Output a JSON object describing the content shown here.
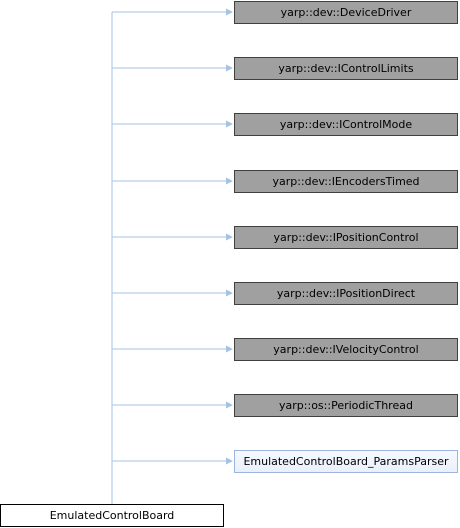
{
  "diagram": {
    "derived_class": "EmulatedControlBoard",
    "base_classes": [
      "yarp::dev::DeviceDriver",
      "yarp::dev::IControlLimits",
      "yarp::dev::IControlMode",
      "yarp::dev::IEncodersTimed",
      "yarp::dev::IPositionControl",
      "yarp::dev::IPositionDirect",
      "yarp::dev::IVelocityControl",
      "yarp::os::PeriodicThread",
      "EmulatedControlBoard_ParamsParser"
    ],
    "colors": {
      "connector": "#a6c2e4",
      "base_fill": "#a0a0a0",
      "base_border": "#404040",
      "parser_fill": "#f5f8ff",
      "parser_border": "#9cb4e0",
      "derived_fill": "#ffffff",
      "derived_border": "#000000"
    }
  }
}
